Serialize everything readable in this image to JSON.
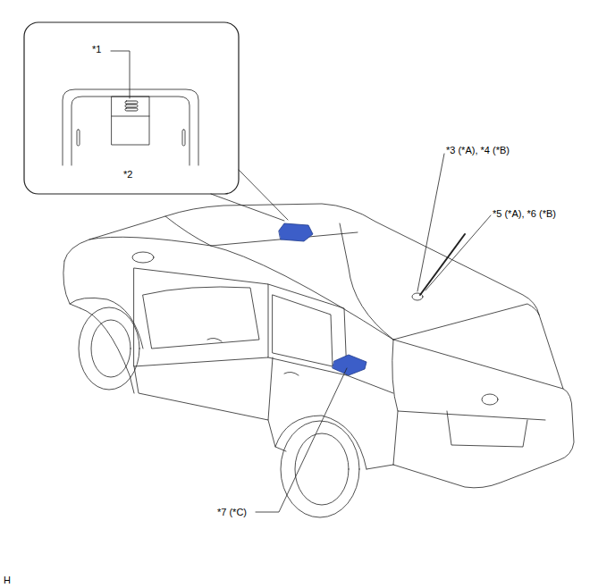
{
  "diagram": {
    "labels": [
      "*1",
      "*2",
      "*3 (*A), *4 (*B)",
      "*5 (*A), *6 (*B)",
      "*7 (*C)",
      "H"
    ]
  }
}
